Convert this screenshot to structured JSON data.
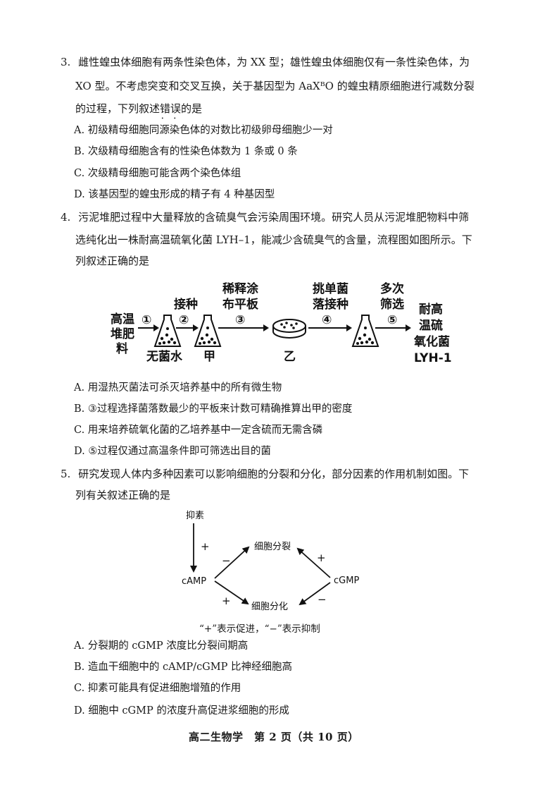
{
  "q3": {
    "number": "3.",
    "line1": "雌性蝗虫体细胞有两条性染色体，为 XX 型；雄性蝗虫体细胞仅有一条性染色体，为",
    "line2": "XO 型。不考虑突变和交叉互换，关于基因型为 AaXᴮO 的蝗虫精原细胞进行减数分裂",
    "line3_pre": "的过程，下列叙述",
    "line3_emph": "错误",
    "line3_post": "的是",
    "options": [
      "A. 初级精母细胞同源染色体的对数比初级卵母细胞少一对",
      "B. 次级精母细胞含有的性染色体数为 1 条或 0 条",
      "C. 次级精母细胞可能含两个染色体组",
      "D. 该基因型的蝗虫形成的精子有 4 种基因型"
    ]
  },
  "q4": {
    "number": "4.",
    "line1": "污泥堆肥过程中大量释放的含硫臭气会污染周围环境。研究人员从污泥堆肥物料中筛",
    "line2": "选纯化出一株耐高温硫氧化菌 LYH–1，能减少含硫臭气的含量，流程图如图所示。下",
    "line3": "列叙述正确的是",
    "diagram": {
      "source": [
        "高温",
        "堆肥",
        "料"
      ],
      "step1": "①",
      "step2_top": "接种",
      "step2": "②",
      "step3_top": [
        "稀释涂",
        "布平板"
      ],
      "step3": "③",
      "step4_top": [
        "挑单菌",
        "落接种"
      ],
      "step4": "④",
      "step5_top": [
        "多次",
        "筛选"
      ],
      "step5": "⑤",
      "flask1_label": "无菌水",
      "flask2_label": "甲",
      "plate_label": "乙",
      "result": [
        "耐高",
        "温硫",
        "氧化菌",
        "LYH-1"
      ]
    },
    "options": [
      "A. 用湿热灭菌法可杀灭培养基中的所有微生物",
      "B. ③过程选择菌落数最少的平板来计数可精确推算出甲的密度",
      "C. 用来培养硫氧化菌的乙培养基中一定含硫而无需含磷",
      "D. ⑤过程仅通过高温条件即可筛选出目的菌"
    ]
  },
  "q5": {
    "number": "5.",
    "line1": "研究发现人体内多种因素可以影响细胞的分裂和分化，部分因素的作用机制如图。下",
    "line2": "列有关叙述正确的是",
    "diagram": {
      "inhibitor": "抑素",
      "camp": "cAMP",
      "cgmp": "cGMP",
      "division": "细胞分裂",
      "differentiation": "细胞分化",
      "sign_inhib_camp": "+",
      "sign_camp_div": "−",
      "sign_camp_diff": "+",
      "sign_cgmp_div": "+",
      "sign_cgmp_diff": "−",
      "caption": "“+”表示促进，“−”表示抑制"
    },
    "options": [
      "A. 分裂期的 cGMP 浓度比分裂间期高",
      "B. 造血干细胞中的 cAMP/cGMP 比神经细胞高",
      "C. 抑素可能具有促进细胞增殖的作用",
      "D. 细胞中 cGMP 的浓度升高促进浆细胞的形成"
    ]
  },
  "footer": "高二生物学　第 2 页（共 10 页）"
}
